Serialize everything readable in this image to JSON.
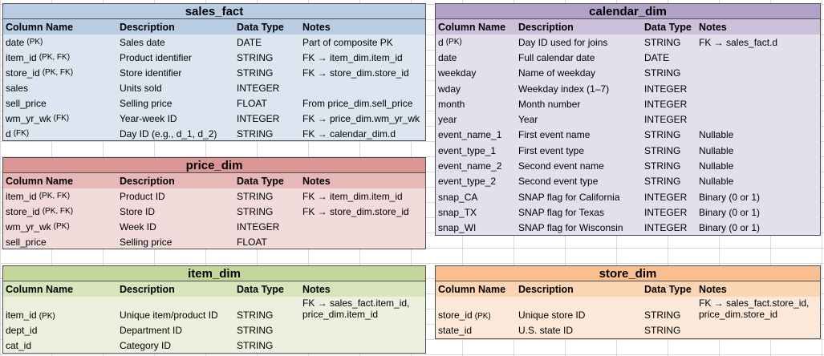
{
  "headers": {
    "column_name": "Column Name",
    "description": "Description",
    "data_type": "Data Type",
    "notes": "Notes"
  },
  "sales_fact": {
    "title": "sales_fact",
    "rows": [
      {
        "name": "date",
        "tag": "(PK)",
        "desc": "Sales date",
        "type": "DATE",
        "notes": "Part of composite PK"
      },
      {
        "name": "item_id",
        "tag": "(PK, FK)",
        "desc": "Product identifier",
        "type": "STRING",
        "notes": "FK → item_dim.item_id"
      },
      {
        "name": "store_id",
        "tag": "(PK, FK)",
        "desc": "Store identifier",
        "type": "STRING",
        "notes": "FK → store_dim.store_id"
      },
      {
        "name": "sales",
        "tag": "",
        "desc": "Units sold",
        "type": "INTEGER",
        "notes": ""
      },
      {
        "name": "sell_price",
        "tag": "",
        "desc": "Selling price",
        "type": "FLOAT",
        "notes": "From price_dim.sell_price"
      },
      {
        "name": "wm_yr_wk",
        "tag": "(FK)",
        "desc": "Year-week ID",
        "type": "INTEGER",
        "notes": "FK → price_dim.wm_yr_wk"
      },
      {
        "name": "d",
        "tag": "(FK)",
        "desc": "Day ID (e.g., d_1, d_2)",
        "type": "STRING",
        "notes": "FK → calendar_dim.d"
      }
    ]
  },
  "price_dim": {
    "title": "price_dim",
    "rows": [
      {
        "name": "item_id",
        "tag": "(PK, FK)",
        "desc": "Product ID",
        "type": "STRING",
        "notes": "FK → item_dim.item_id"
      },
      {
        "name": "store_id",
        "tag": "(PK, FK)",
        "desc": "Store ID",
        "type": "STRING",
        "notes": "FK → store_dim.store_id"
      },
      {
        "name": "wm_yr_wk",
        "tag": "(PK)",
        "desc": "Week ID",
        "type": "INTEGER",
        "notes": ""
      },
      {
        "name": "sell_price",
        "tag": "",
        "desc": "Selling price",
        "type": "FLOAT",
        "notes": ""
      }
    ]
  },
  "item_dim": {
    "title": "item_dim",
    "rows": [
      {
        "name": "item_id",
        "tag": "(PK)",
        "desc": "Unique item/product ID",
        "type": "STRING",
        "notes": "FK → sales_fact.item_id, price_dim.item_id"
      },
      {
        "name": "dept_id",
        "tag": "",
        "desc": "Department ID",
        "type": "STRING",
        "notes": ""
      },
      {
        "name": "cat_id",
        "tag": "",
        "desc": "Category ID",
        "type": "STRING",
        "notes": ""
      }
    ]
  },
  "calendar_dim": {
    "title": "calendar_dim",
    "rows": [
      {
        "name": "d",
        "tag": "(PK)",
        "desc": "Day ID used for joins",
        "type": "STRING",
        "notes": "FK → sales_fact.d"
      },
      {
        "name": "date",
        "tag": "",
        "desc": "Full calendar date",
        "type": "DATE",
        "notes": ""
      },
      {
        "name": "weekday",
        "tag": "",
        "desc": "Name of weekday",
        "type": "STRING",
        "notes": ""
      },
      {
        "name": "wday",
        "tag": "",
        "desc": "Weekday index (1–7)",
        "type": "INTEGER",
        "notes": ""
      },
      {
        "name": "month",
        "tag": "",
        "desc": "Month number",
        "type": "INTEGER",
        "notes": ""
      },
      {
        "name": "year",
        "tag": "",
        "desc": "Year",
        "type": "INTEGER",
        "notes": ""
      },
      {
        "name": "event_name_1",
        "tag": "",
        "desc": "First event name",
        "type": "STRING",
        "notes": "Nullable"
      },
      {
        "name": "event_type_1",
        "tag": "",
        "desc": "First event type",
        "type": "STRING",
        "notes": "Nullable"
      },
      {
        "name": "event_name_2",
        "tag": "",
        "desc": "Second event name",
        "type": "STRING",
        "notes": "Nullable"
      },
      {
        "name": "event_type_2",
        "tag": "",
        "desc": "Second event type",
        "type": "STRING",
        "notes": "Nullable"
      },
      {
        "name": "snap_CA",
        "tag": "",
        "desc": "SNAP flag for California",
        "type": "INTEGER",
        "notes": "Binary (0 or 1)"
      },
      {
        "name": "snap_TX",
        "tag": "",
        "desc": "SNAP flag for Texas",
        "type": "INTEGER",
        "notes": "Binary (0 or 1)"
      },
      {
        "name": "snap_WI",
        "tag": "",
        "desc": "SNAP flag for Wisconsin",
        "type": "INTEGER",
        "notes": "Binary (0 or 1)"
      }
    ]
  },
  "store_dim": {
    "title": "store_dim",
    "rows": [
      {
        "name": "store_id",
        "tag": "(PK)",
        "desc": "Unique store ID",
        "type": "STRING",
        "notes": "FK → sales_fact.store_id, price_dim.store_id"
      },
      {
        "name": "state_id",
        "tag": "",
        "desc": "U.S. state ID",
        "type": "STRING",
        "notes": ""
      }
    ]
  },
  "colors": {
    "sales_fact": "#b8cce4",
    "price_dim": "#da9694",
    "item_dim": "#c4d79b",
    "calendar_dim": "#b1a0c7",
    "store_dim": "#fabf8f"
  }
}
